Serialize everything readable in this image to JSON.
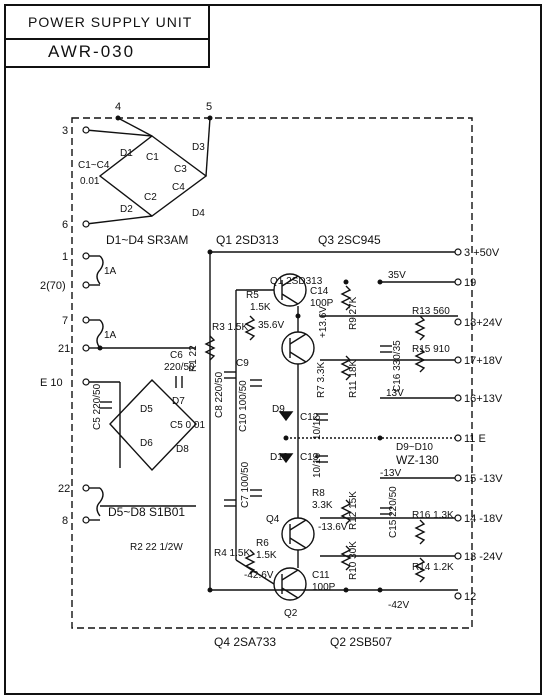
{
  "header": {
    "unit_title": "POWER SUPPLY UNIT",
    "model": "AWR-030"
  },
  "terminals": {
    "t1": "1",
    "t2": "2(70)",
    "t3": "3",
    "t4": "4",
    "t5": "5",
    "t6": "6",
    "t7": "7",
    "t8": "8",
    "t10": "E 10",
    "t21": "21",
    "t22": "22",
    "r3": "3 +50V",
    "r19": "19",
    "r18": "18+24V",
    "r17": "17+18V",
    "r16": "16+13V",
    "r11": "11 E",
    "r15": "15 -13V",
    "r14": "14 -18V",
    "r13": "13 -24V",
    "r12": "12"
  },
  "labels": {
    "c1c4": "C1~C4",
    "c1c4_val": "0.01",
    "d1": "D1",
    "d2": "D2",
    "d3": "D3",
    "d4": "D4",
    "c1": "C1",
    "c2": "C2",
    "c3": "C3",
    "c4": "C4",
    "d1d4": "D1~D4 SR3AM",
    "q1": "Q1 2SD313",
    "q3": "Q3 2SC945",
    "fuse1": "1A",
    "fuse2": "1A",
    "c6": "C6",
    "c6_val": "220/50",
    "c5": "C5 220/50",
    "d5": "D5",
    "d6": "D6",
    "d7": "D7",
    "d8": "D8",
    "c5b": "C5 0.01",
    "d5d8": "D5~D8 S1B01",
    "r2": "R2 22 1/2W",
    "r5": "R5",
    "r5_val": "1.5K",
    "r3": "R3 1.5K",
    "r1": "R1 22",
    "c14": "C14",
    "c14_val": "100P",
    "v356": "35.6V",
    "v136": "+13.6V",
    "r9": "R9 27K",
    "v35": "35V",
    "r13": "R13 560",
    "r15": "R15 910",
    "c16": "C16 330/35",
    "c8": "C8 220/50",
    "c9": "C9",
    "c10": "C10 100/50",
    "r7": "R7 3.3K",
    "r11": "R11 18K",
    "v13": "13V",
    "d9": "D9",
    "c12": "C12",
    "c12_val": "10/16",
    "c13": "C13",
    "c13_val": "10/16",
    "d10": "D10",
    "d9d10": "D9~D10",
    "wz": "WZ-130",
    "vm13": "-13V",
    "c7": "C7 100/50",
    "r8": "R8",
    "r8_val": "3.3K",
    "r12": "R12 15K",
    "c15": "C15 220/50",
    "r16": "R16 1.3K",
    "r14": "R14 1.2K",
    "q4": "Q4",
    "v136n": "-13.6V",
    "r4": "R4 1.5K",
    "r6": "R6",
    "r6_val": "1.5K",
    "c11": "C11",
    "c11_val": "100P",
    "v426": "-42.6V",
    "r10": "R10 30K",
    "vm42": "-42V",
    "q2": "Q2",
    "q4_type": "Q4 2SA733",
    "q2_type": "Q2 2SB507"
  }
}
